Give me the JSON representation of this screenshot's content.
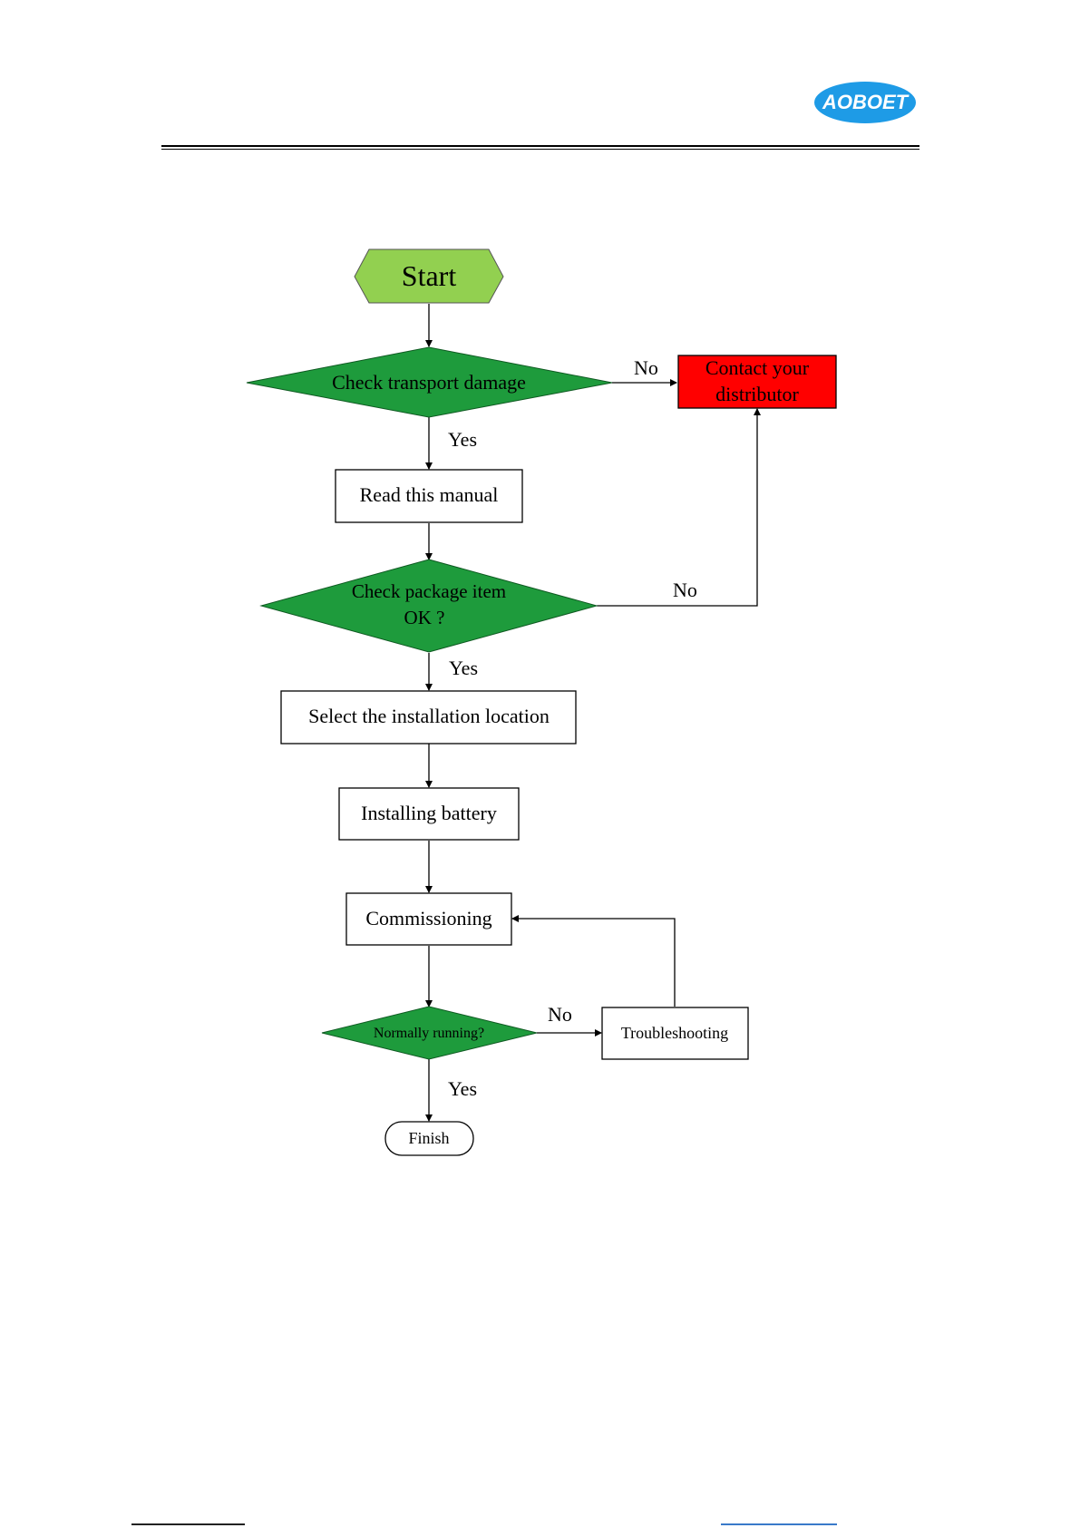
{
  "header": {
    "logo_text": "AOBOET"
  },
  "flowchart": {
    "start": "Start",
    "check_transport": "Check transport damage",
    "contact_line1": "Contact your",
    "contact_line2": "distributor",
    "read_manual": "Read this manual",
    "check_package_line1": "Check package item",
    "check_package_line2": "OK ?",
    "select_location": "Select the installation location",
    "install_battery": "Installing battery",
    "commissioning": "Commissioning",
    "normally_running": "Normally running?",
    "troubleshooting": "Troubleshooting",
    "finish": "Finish",
    "label_no_1": "No",
    "label_yes_1": "Yes",
    "label_no_2": "No",
    "label_yes_2": "Yes",
    "label_no_3": "No",
    "label_yes_3": "Yes"
  },
  "colors": {
    "start_fill": "#92d050",
    "decision_fill": "#1e9b3c",
    "contact_fill": "#ff0000",
    "logo_fill": "#1e9be6"
  }
}
